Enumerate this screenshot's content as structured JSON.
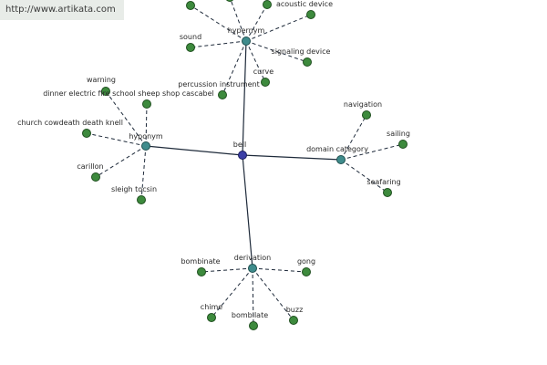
{
  "watermark": {
    "url": "http://www.artikata.com"
  },
  "graph": {
    "center": {
      "label": "bell"
    },
    "relations": [
      {
        "label": "hypernym",
        "children": [
          "acoustic device",
          "sound",
          "signaling device",
          "percussion instrument",
          "curve"
        ]
      },
      {
        "label": "hyponym",
        "children": [
          "warning",
          "dinner electric fire school sheep shop cascabel",
          "church cowdeath death knell",
          "carillon",
          "sleigh tocsin"
        ]
      },
      {
        "label": "domain category",
        "children": [
          "navigation",
          "sailing",
          "seafaring"
        ]
      },
      {
        "label": "derivation",
        "children": [
          "bombinate",
          "gong",
          "chime",
          "bombilate",
          "buzz"
        ]
      }
    ],
    "colors": {
      "leaf": "#3d8a3d",
      "relation": "#3f8c8c",
      "center": "#3b3fa6",
      "edge": "#1e2a3a"
    }
  }
}
